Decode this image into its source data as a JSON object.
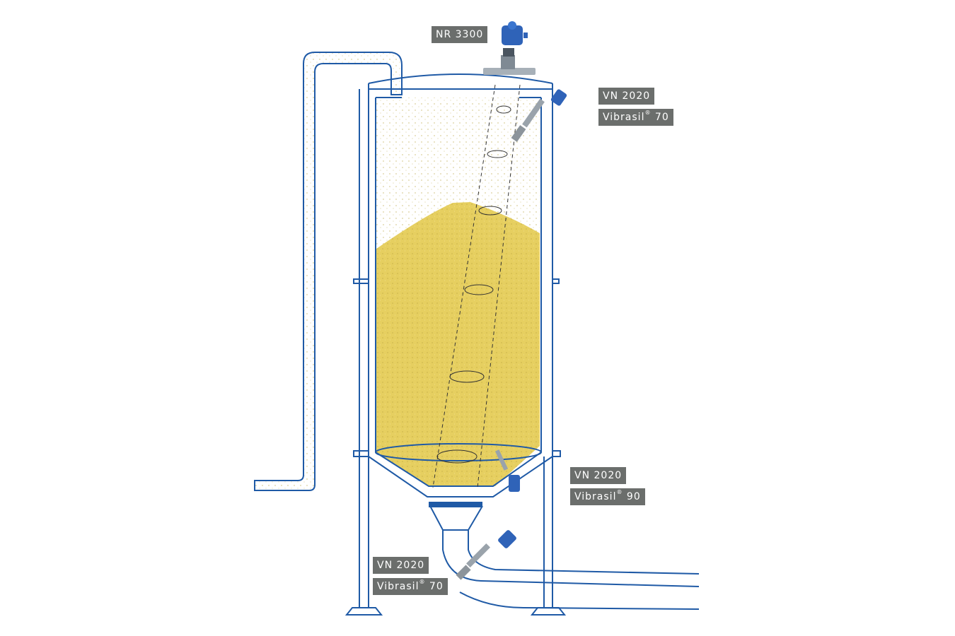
{
  "labels": {
    "nr3300": "NR 3300",
    "top_right_model": "VN 2020",
    "top_right_variant": "Vibrasil",
    "top_right_suffix": "70",
    "mid_right_model": "VN 2020",
    "mid_right_variant": "Vibrasil",
    "mid_right_suffix": "90",
    "bottom_left_model": "VN 2020",
    "bottom_left_variant": "Vibrasil",
    "bottom_left_suffix": "70",
    "registered": "®"
  },
  "colors": {
    "outline": "#1f5aa6",
    "material": "#e6cf60",
    "dust": "#c9b86a",
    "label_bg": "#6b6e6c",
    "sensor_blue": "#2f63b8",
    "steel": "#9aa3ab"
  },
  "icons": [
    "radar-level-sensor-icon",
    "vibrating-fork-sensor-icon"
  ]
}
